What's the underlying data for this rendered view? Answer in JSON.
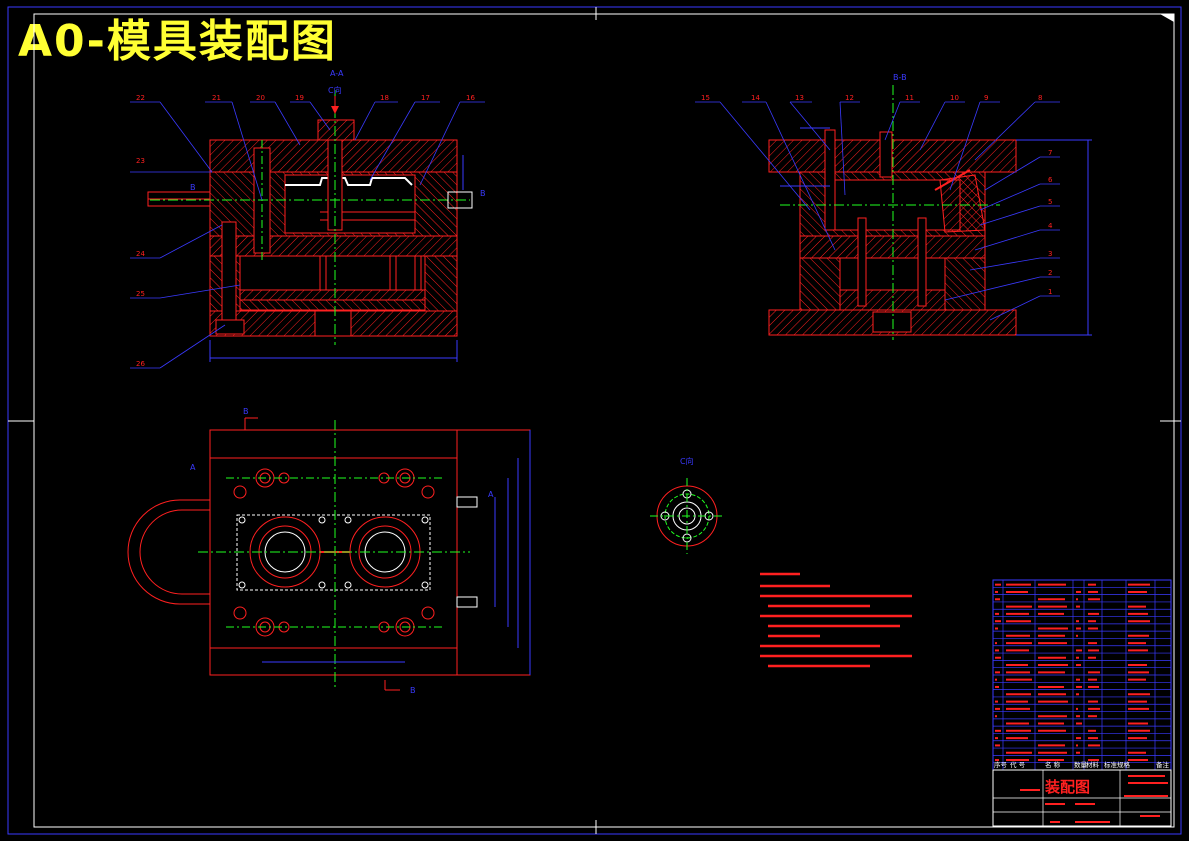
{
  "title": "A0-模具装配图",
  "views": {
    "section_aa_label": "A-A",
    "section_bb_label": "B-B",
    "c_direction_top": "C向",
    "c_direction_view": "C向",
    "section_marker_a": "A",
    "section_marker_b": "B"
  },
  "balloons_left": [
    {
      "id": "22"
    },
    {
      "id": "21"
    },
    {
      "id": "20"
    },
    {
      "id": "19"
    },
    {
      "id": "18"
    },
    {
      "id": "17"
    },
    {
      "id": "16"
    },
    {
      "id": "23"
    },
    {
      "id": "24"
    },
    {
      "id": "25"
    },
    {
      "id": "26"
    }
  ],
  "balloons_right": [
    {
      "id": "15"
    },
    {
      "id": "14"
    },
    {
      "id": "13"
    },
    {
      "id": "12"
    },
    {
      "id": "11"
    },
    {
      "id": "10"
    },
    {
      "id": "9"
    },
    {
      "id": "8"
    },
    {
      "id": "7"
    },
    {
      "id": "6"
    },
    {
      "id": "5"
    },
    {
      "id": "4"
    },
    {
      "id": "3"
    },
    {
      "id": "2"
    },
    {
      "id": "1"
    }
  ],
  "title_block": {
    "drawing_name": "装配图",
    "header_cols": [
      "序号",
      "代 号",
      "名 称",
      "数量",
      "材料",
      "标准规格",
      "备注"
    ]
  },
  "colors": {
    "background": "#000000",
    "frame": "#3a3aff",
    "outline": "#ff2020",
    "body": "#ffffff",
    "center": "#20ff20",
    "dimension": "#3a3aff",
    "title": "#ffff33"
  }
}
